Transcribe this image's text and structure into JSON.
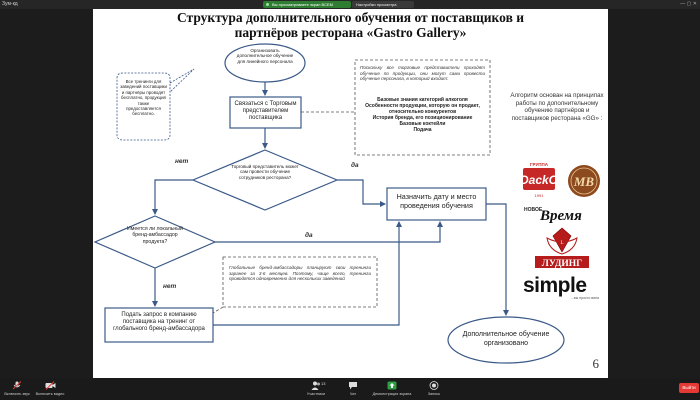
{
  "topbar": {
    "window_title": "Зум-кд",
    "share_status": "Вы просматриваете экран ВСЕМ РМ8ДЗАН",
    "view_options": "Настройки просмотра"
  },
  "slide": {
    "title_line1": "Структура дополнительного обучения от поставщиков и",
    "title_line2": "партнёров ресторана «Gastro Gallery»",
    "page_number": "6",
    "nodes": {
      "start": "Организовать дополнительное обучение для линейного персонала",
      "contact": "Связаться с Торговым представителем поставщика",
      "decision1": "Торговый представитель может сам провести обучение сотрудников ресторана?",
      "schedule": "Назначить дату и место проведения обучения",
      "decision2": "Имеется ли локальный бренд-амбассадор продукта?",
      "request": "Подать запрос в компанию поставщика на тренинг от глобального бренд-амбассадора",
      "end": "Дополнительное обучение организовано"
    },
    "labels": {
      "no1": "нет",
      "yes1": "да",
      "yes2": "да",
      "no2": "нет"
    },
    "callout_free": "Все тренинги для заведений поставщики и партнёры проводят бесплатно, продукция также предоставляется бесплатно.",
    "note_top": "Поскольку все торговые представители проходят обучение по продукции, они могут сами провести обучение персонала, в который входит:",
    "note_list": [
      "Базовые знания категорий алкоголя",
      "Особенности продукции, которую он продает, относительно конкурентов",
      "История бренда, его позиционирование",
      "Базовые коктейли",
      "Подача"
    ],
    "note_global": "Глобальные бренд-амбассадоры планируют свои тренинги заранее за 3-6 месяцев. Поэтому, чаще всего, тренинги проводятся одновременно для нескольких заведений",
    "right_text": "Алгоритм основан на принципах работы по дополнительному обучению партнёров и поставщиков ресторана «GG» :",
    "logos": {
      "group_label": "ГРУППА",
      "dacko": "DackO",
      "dacko_year": "1991",
      "mb": "MB",
      "vremya_small": "НОВОЕ",
      "vremya": "Время",
      "luding_emblem": "L",
      "luding": "ЛУДИНГ",
      "simple": "simple",
      "simple_tagline": "...вы просто вина"
    }
  },
  "bottombar": {
    "mic": "Включить звук",
    "video": "Включить видео",
    "participants": "Участники",
    "participants_count": "13",
    "chat": "Чат",
    "share": "Демонстрация экрана",
    "record": "Запись",
    "end": "Выйти"
  },
  "colors": {
    "node_stroke": "#3b5a88",
    "arrow": "#3b5a88",
    "share_green": "#2e7d32",
    "end_red": "#e53935",
    "dacko_red": "#c62828",
    "mb_brown": "#8d4a1f",
    "luding_red": "#b71c1c"
  }
}
